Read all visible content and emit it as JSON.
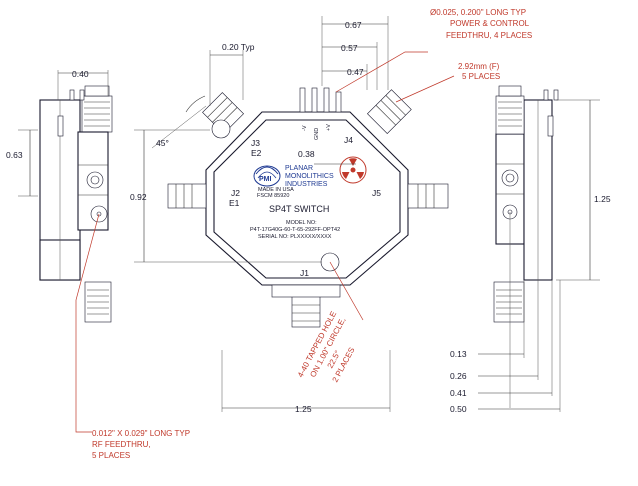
{
  "dimensions": {
    "left_width": "0.40",
    "left_height_063": "0.63",
    "top_020": "0.20 Typ",
    "top_067": "0.67",
    "top_057": "0.57",
    "top_047": "0.47",
    "angle_45": "45°",
    "center_092": "0.92",
    "center_038": "0.38",
    "bottom_125": "1.25",
    "right_125": "1.25",
    "right_013": "0.13",
    "right_026": "0.26",
    "right_041": "0.41",
    "right_050": "0.50"
  },
  "notes": {
    "feedthru_power": [
      "Ø0.025, 0.200\" LONG TYP",
      "POWER & CONTROL",
      "FEEDTHRU, 4 PLACES"
    ],
    "connector": [
      "2.92mm (F)",
      "5 PLACES"
    ],
    "tapped_hole": [
      "4-40 TAPPED HOLE",
      "ON 1.00\" CIRCLE,",
      "22.5°",
      "2 PLACES"
    ],
    "rf_feedthru": [
      "0.012\" X 0.029\" LONG TYP",
      "RF FEEDTHRU,",
      "5 PLACES"
    ]
  },
  "ports": {
    "j1": "J1",
    "j2": "J2",
    "e1": "E1",
    "j3": "J3",
    "e2": "E2",
    "j4": "J4",
    "j5": "J5",
    "minus_v": "-V",
    "gnd": "GND",
    "plus_v": "+V"
  },
  "label": {
    "company": [
      "PLANAR",
      "MONOLITHICS",
      "INDUSTRIES"
    ],
    "logo_text": "PMI",
    "made_in": "MADE IN USA",
    "iso": "FSCM 85920",
    "title": "SP4T SWITCH",
    "model_label": "MODEL NO:",
    "model_no": "P4T-17G40G-60-T-65-292FF-OPT42",
    "serial": "SERIAL NO: PLXXXXX/XXXX"
  },
  "colors": {
    "ink": "#1a1a2e",
    "note": "#c0392b",
    "logo": "#1f3a93"
  },
  "icons": [
    "radiation-symbol-icon",
    "pmi-logo-icon"
  ]
}
